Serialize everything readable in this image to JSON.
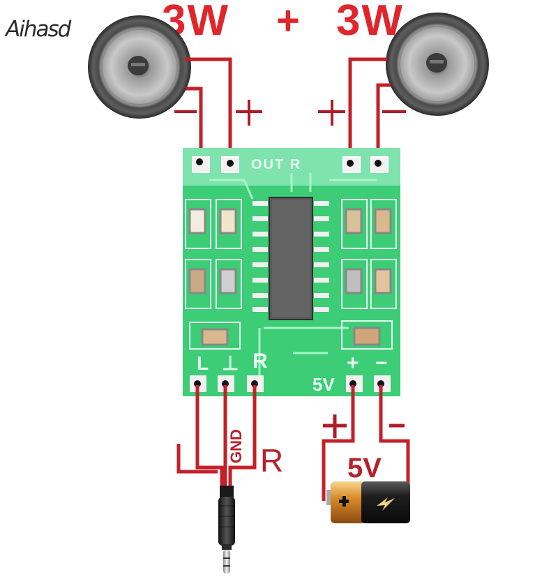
{
  "brand": {
    "logo_text": "Aihasd"
  },
  "title": {
    "left_power": "3W",
    "plus": "+",
    "right_power": "3W"
  },
  "speakers": {
    "left": {
      "name": "left-speaker",
      "minus_label": "−",
      "plus_label": "+"
    },
    "right": {
      "name": "right-speaker",
      "plus_label": "+",
      "minus_label": "−"
    }
  },
  "board": {
    "top_silkscreen": "OUT R",
    "input_labels": [
      "L",
      "⊥",
      "R"
    ],
    "power_labels": {
      "plus": "+",
      "minus": "−",
      "voltage": "5V"
    },
    "colors": {
      "pcb": "#2fc46a",
      "pcb_light": "#7fe3ad",
      "chip": "#555555"
    }
  },
  "audio_input": {
    "left_label": "L",
    "ground_label": "GND",
    "right_label": "R",
    "connector": "3.5mm-jack"
  },
  "power_input": {
    "plus_label": "+",
    "minus_label": "-",
    "voltage_label": "5V",
    "battery_plus_symbol": "+",
    "battery_bolt_symbol": "⚡"
  },
  "colors": {
    "wire": "#c4202a",
    "title_red": "#e1252c",
    "background": "#ffffff"
  }
}
